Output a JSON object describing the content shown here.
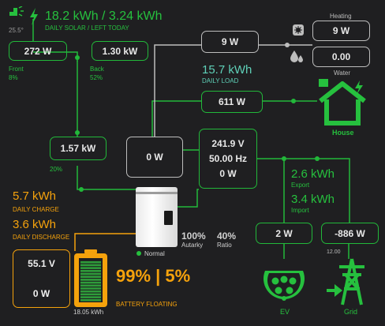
{
  "solar": {
    "headline": "18.2 kWh / 3.24 kWh",
    "caption": "DAILY SOLAR / LEFT TODAY",
    "temperature": "25.5°",
    "front_power": "272 W",
    "front_label": "Front",
    "front_pct": "8%",
    "back_power": "1.30 kW",
    "back_label": "Back",
    "back_pct": "52%",
    "total_power": "1.57 kW",
    "total_pct": "20%"
  },
  "load": {
    "aux_power": "9 W",
    "daily_value": "15.7 kWh",
    "daily_label": "DAILY LOAD",
    "house_power": "611 W",
    "house_label": "House"
  },
  "heating": {
    "label": "Heating",
    "value": "9 W"
  },
  "water": {
    "label": "Water",
    "value": "0.00"
  },
  "inverter": {
    "power": "0 W",
    "status": "Normal",
    "autarky_value": "100%",
    "autarky_label": "Autarky",
    "ratio_value": "40%",
    "ratio_label": "Ratio"
  },
  "grid": {
    "voltage": "241.9 V",
    "frequency": "50.00 Hz",
    "power": "0 W",
    "export_value": "2.6 kWh",
    "export_label": "Export",
    "import_value": "3.4 kWh",
    "import_label": "Import",
    "grid_power": "-886 W",
    "grid_tiny": "12.00",
    "grid_label": "Grid"
  },
  "ev": {
    "power": "2 W",
    "label": "EV"
  },
  "battery": {
    "daily_charge_value": "5.7 kWh",
    "daily_charge_label": "DAILY CHARGE",
    "daily_discharge_value": "3.6 kWh",
    "daily_discharge_label": "DAILY DISCHARGE",
    "voltage": "55.1 V",
    "power": "0 W",
    "capacity": "18.05 kWh",
    "soc_text": "99% | 5%",
    "status": "BATTERY FLOATING",
    "soc_fraction": 0.99
  },
  "colors": {
    "solar": "#26c03e",
    "battery": "#f5a20c",
    "load": "#5fd0b8",
    "neutral": "#bdbdbd",
    "background": "#1f1f21"
  },
  "icons": [
    "solar-sun-icon",
    "lightning-icon",
    "snowflake-icon",
    "water-drop-icon",
    "house-icon",
    "battery-icon",
    "ev-charger-icon",
    "grid-pylon-icon"
  ]
}
